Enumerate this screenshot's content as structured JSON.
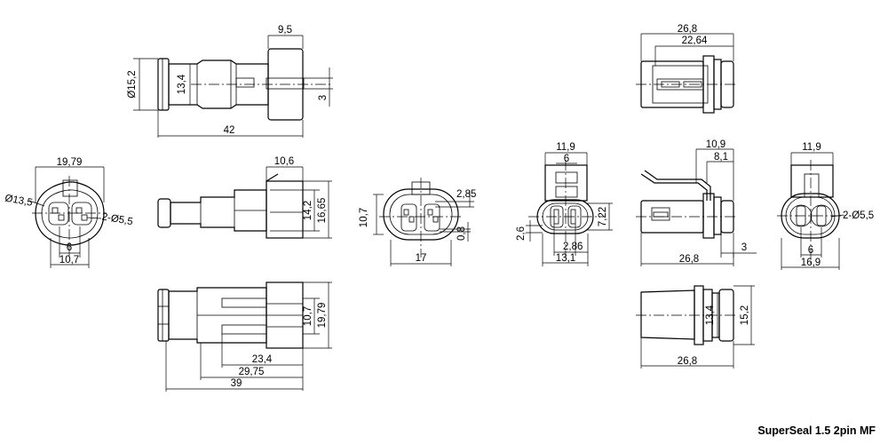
{
  "caption": "SuperSeal 1.5 2pin MF",
  "views": {
    "male_top": {
      "width": "9,5",
      "diameter": "Ø15,2",
      "height": "13,4",
      "slot": "3",
      "length": "42"
    },
    "male_front": {
      "width": "19,79",
      "outer": "Ø13,5",
      "holes": "2-Ø5,5",
      "pitch": "6",
      "bottom": "10,7"
    },
    "male_side": {
      "flange": "10,6",
      "h1": "14,2",
      "h2": "16,65"
    },
    "male_bottom": {
      "h1": "10,7",
      "h2": "19,79",
      "l1": "23,4",
      "l2": "29,75",
      "l3": "39"
    },
    "male_rear": {
      "top": "2,85",
      "height": "10,7",
      "bottom": "0,8",
      "width": "17"
    },
    "female_front": {
      "width": "11,9",
      "inner": "6",
      "height": "7,22",
      "left": "2,6",
      "pin": "2,86",
      "base": "13,1"
    },
    "female_side": {
      "top1": "10,9",
      "top2": "8,1",
      "slot": "3",
      "length": "26,8"
    },
    "female_top": {
      "w1": "26,8",
      "w2": "22,64"
    },
    "female_bottom": {
      "h1": "13,4",
      "h2": "15,2",
      "length": "26,8"
    },
    "female_rear": {
      "width": "11,9",
      "holes": "2-Ø5,5",
      "pitch": "6",
      "base": "16,9"
    }
  }
}
